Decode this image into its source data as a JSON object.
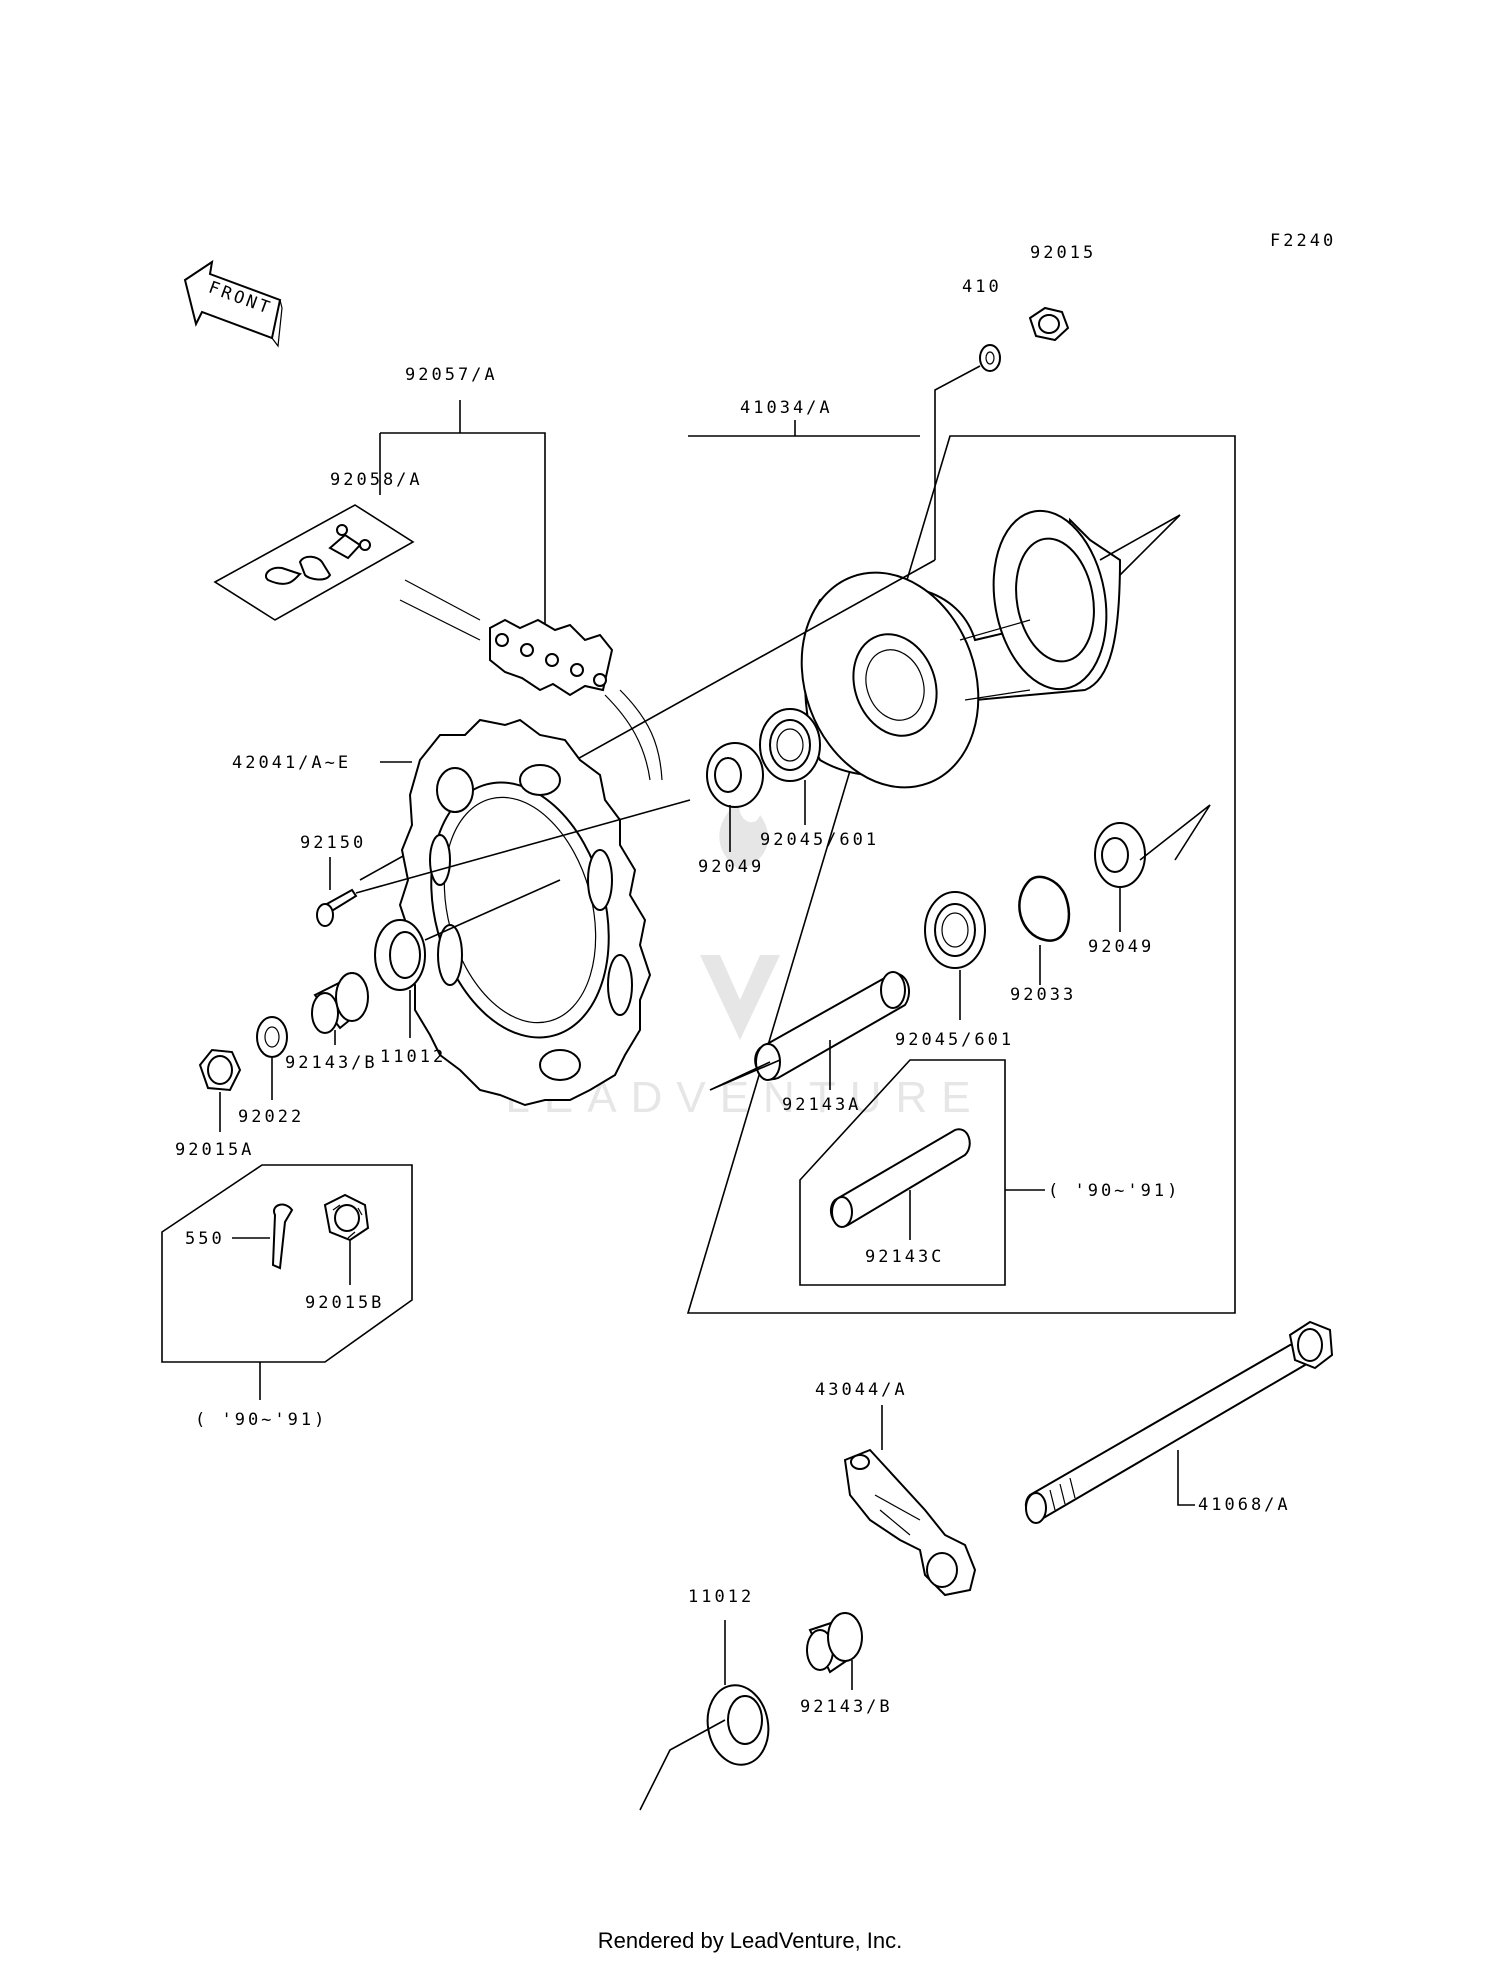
{
  "figure_code": "F2240",
  "front_label": "FRONT",
  "watermark": "LEADVENTURE",
  "footer": "Rendered by LeadVenture, Inc.",
  "labels": {
    "p92015": "92015",
    "p410": "410",
    "p41034A": "41034/A",
    "p92057A": "92057/A",
    "p92058A": "92058/A",
    "p42041": "42041/A~E",
    "p92150": "92150",
    "p92049a": "92049",
    "p92045a": "92045/601",
    "p92049b": "92049",
    "p92033": "92033",
    "p92045b": "92045/601",
    "p11012a": "11012",
    "p92143B_a": "92143/B",
    "p92022": "92022",
    "p92015A": "92015A",
    "p92143A": "92143A",
    "p92143C": "92143C",
    "year1": "( '90~'91)",
    "p550": "550",
    "p92015B": "92015B",
    "year2": "( '90~'91)",
    "p43044A": "43044/A",
    "p41068A": "41068/A",
    "p11012b": "11012",
    "p92143B_b": "92143/B"
  }
}
